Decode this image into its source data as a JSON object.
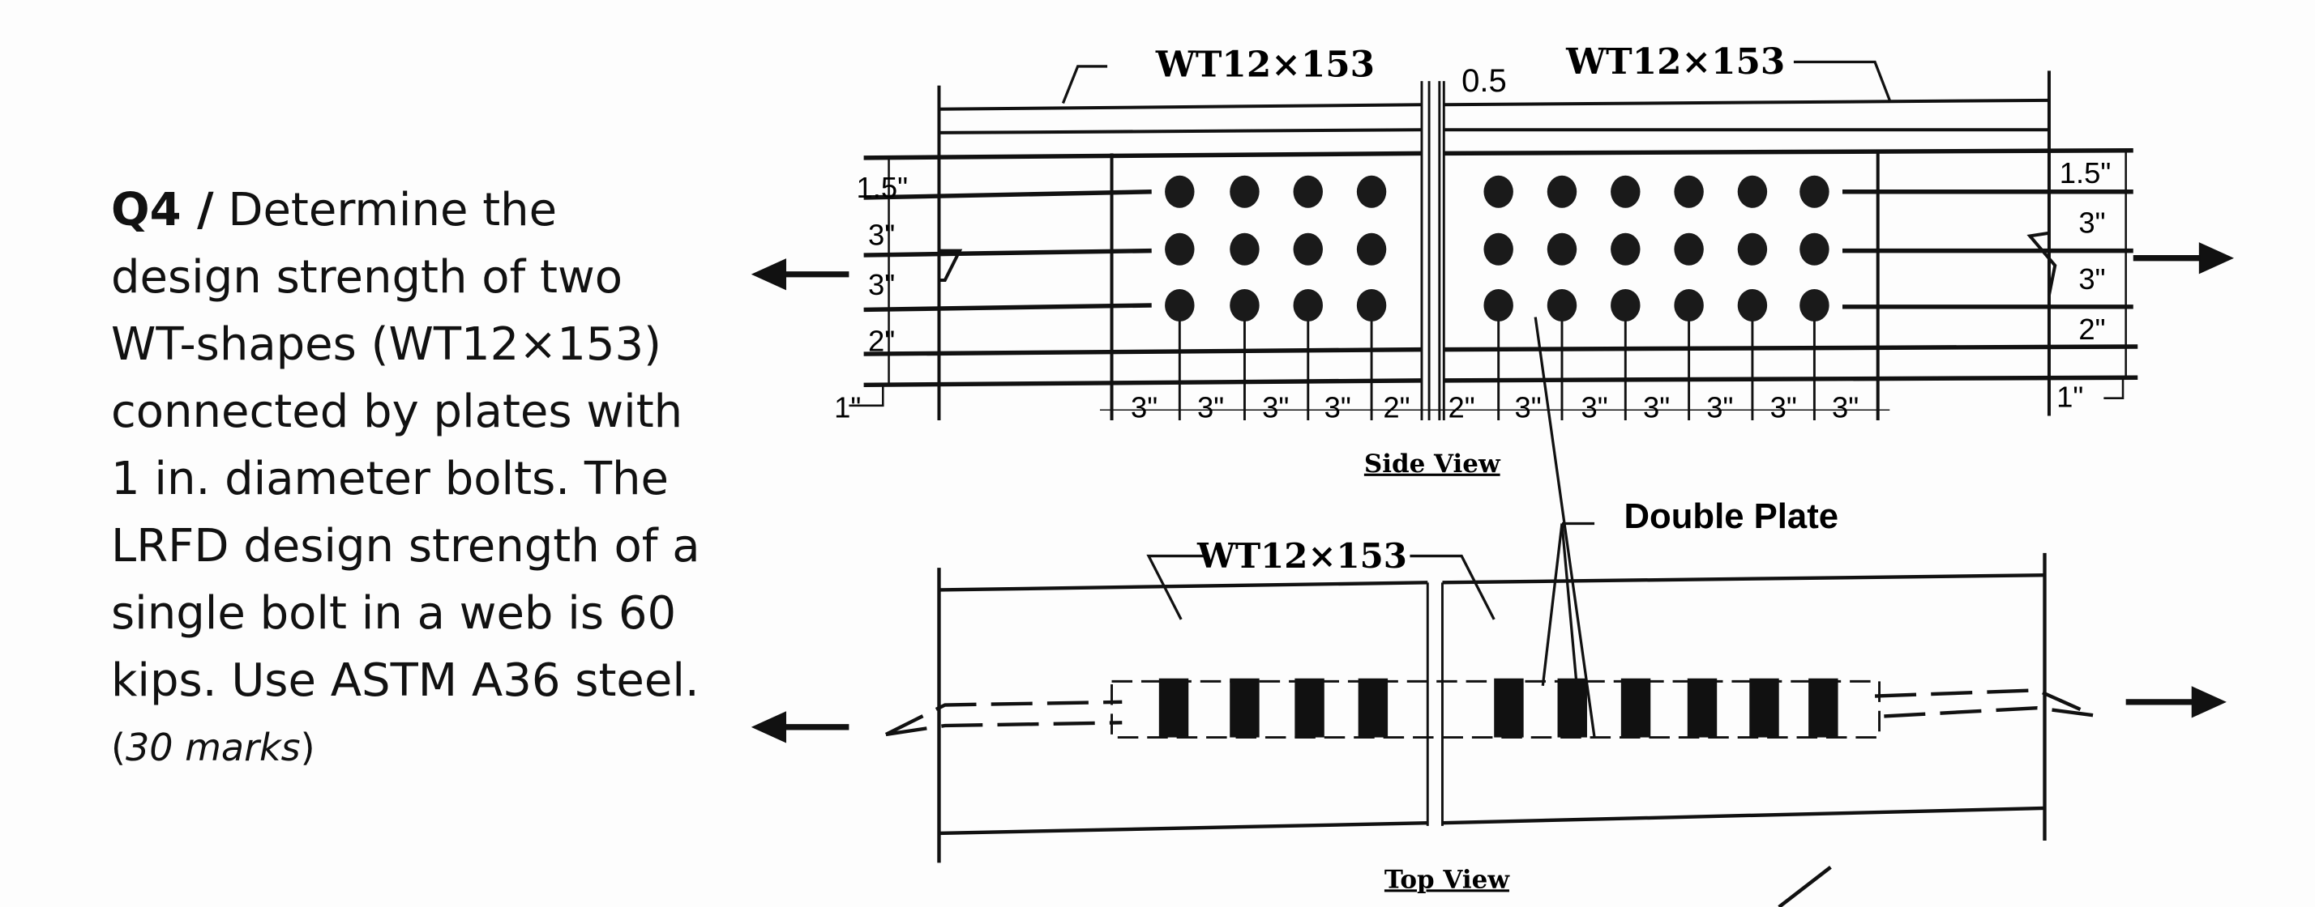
{
  "question": {
    "number": "Q4 /",
    "lines": [
      "Determine the",
      "design strength of two",
      "WT-shapes (WT12×153)",
      "connected by plates with",
      "1 in. diameter bolts. The",
      "LRFD design strength of a",
      "single bolt in a web is 60",
      "kips. Use ASTM A36 steel."
    ],
    "marks_open": "(",
    "marks": "30 marks",
    "marks_close": ")"
  },
  "side_view": {
    "title": "Side View",
    "left_shape": "WT12×153",
    "right_shape": "WT12×153",
    "gap": "0.5",
    "left_dims": [
      "1.5\"",
      "3\"",
      "3\"",
      "2\"",
      "1\""
    ],
    "right_dims": [
      "1.5\"",
      "3\"",
      "3\"",
      "2\"",
      "1\""
    ],
    "bottom_dims": [
      "3\"",
      "3\"",
      "3\"",
      "3\"",
      "2\"",
      "2\"",
      "3\"",
      "3\"",
      "3\"",
      "3\"",
      "3\"",
      "3\""
    ]
  },
  "top_view": {
    "title": "Top View",
    "shape": "WT12×153",
    "plate_label": "Double Plate"
  }
}
